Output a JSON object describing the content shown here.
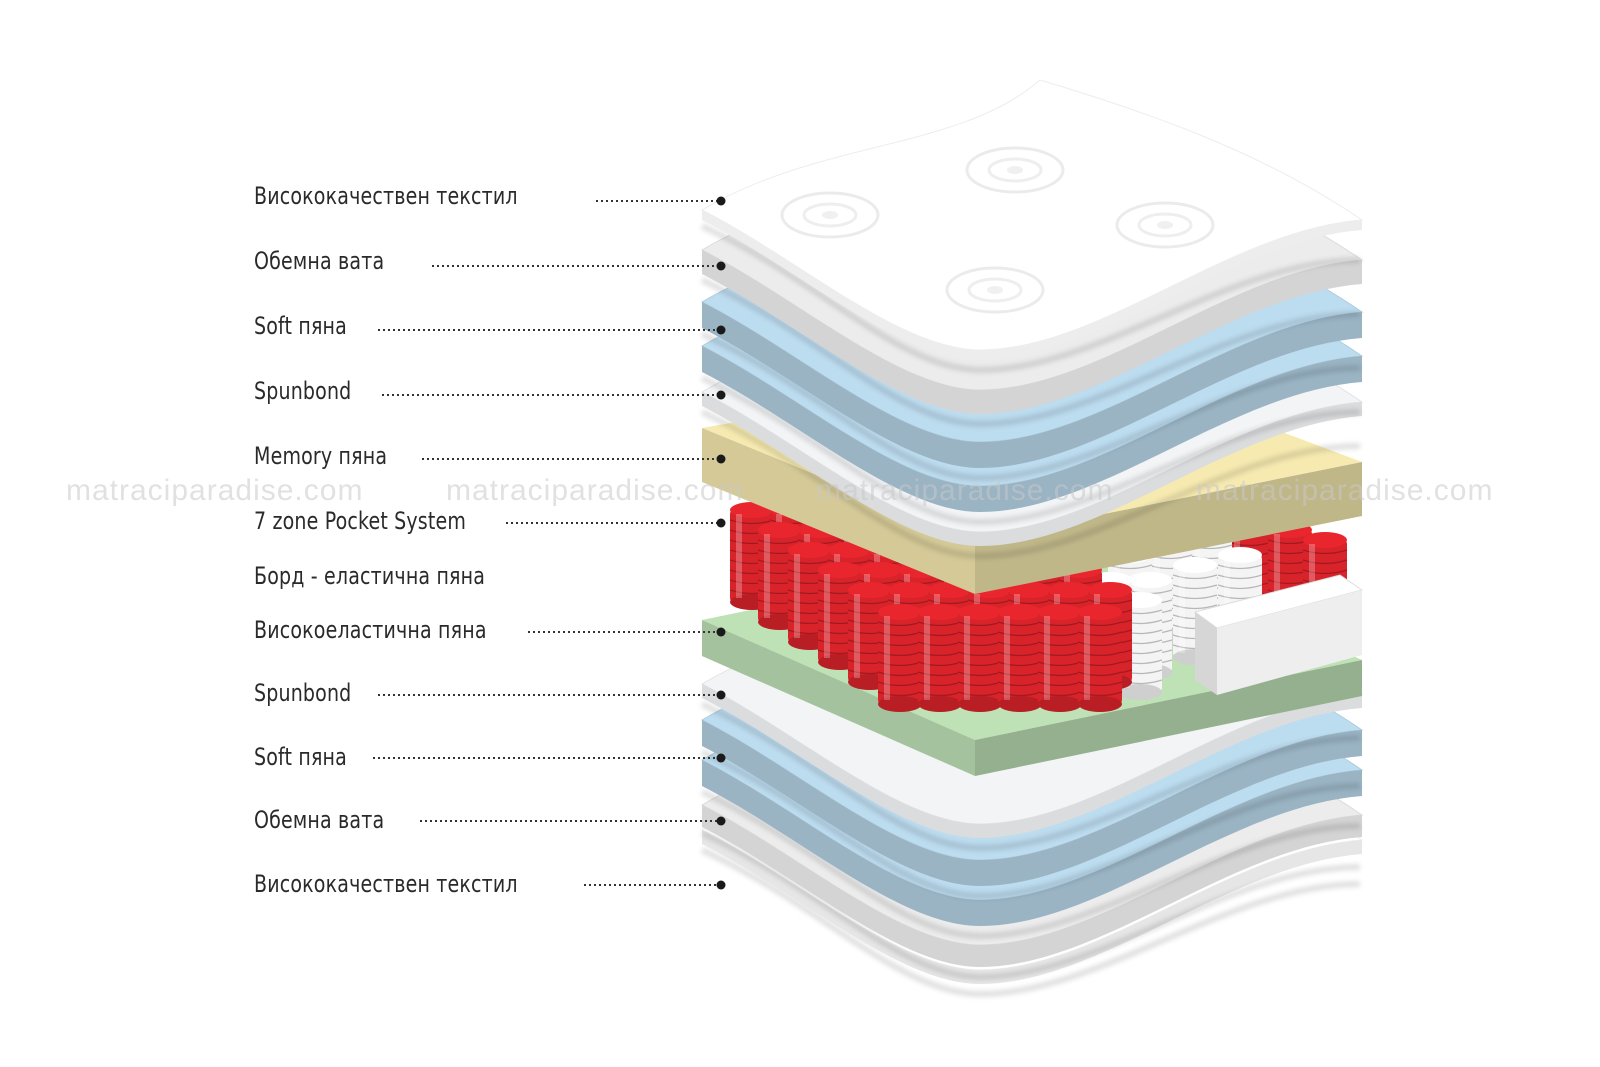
{
  "diagram": {
    "title": "Mattress layer structure",
    "layers": [
      {
        "id": "top-textile",
        "label": "Висококачествен текстил",
        "color": "#ffffff"
      },
      {
        "id": "top-wadding",
        "label": "Обемна вата",
        "color": "#ececec"
      },
      {
        "id": "top-soft-foam",
        "label": "Soft пяна",
        "color": "#bcdcef"
      },
      {
        "id": "top-spunbond",
        "label": "Spunbond",
        "color": "#f2f4f6"
      },
      {
        "id": "memory-foam",
        "label": "Memory пяна",
        "color": "#f6eab0"
      },
      {
        "id": "pocket-springs",
        "label": "7 zone Pocket System",
        "color": "#d8232a"
      },
      {
        "id": "border-foam",
        "label": "Борд - еластична пяна",
        "color": "#f4f4f4"
      },
      {
        "id": "high-elastic-foam",
        "label": "Високоеластична пяна",
        "color": "#bfe1b6"
      },
      {
        "id": "bottom-spunbond",
        "label": "Spunbond",
        "color": "#f2f4f6"
      },
      {
        "id": "bottom-soft-foam",
        "label": "Soft пяна",
        "color": "#bcdcef"
      },
      {
        "id": "bottom-wadding",
        "label": "Обемна вата",
        "color": "#ececec"
      },
      {
        "id": "bottom-textile",
        "label": "Висококачествен текстил",
        "color": "#ffffff"
      }
    ]
  },
  "watermark": {
    "text": "matraciparadise.com",
    "repeats": [
      "matraciparadise.com",
      "matraciparadise.com",
      "matraciparadise.com",
      "matraciparadise.com"
    ]
  }
}
